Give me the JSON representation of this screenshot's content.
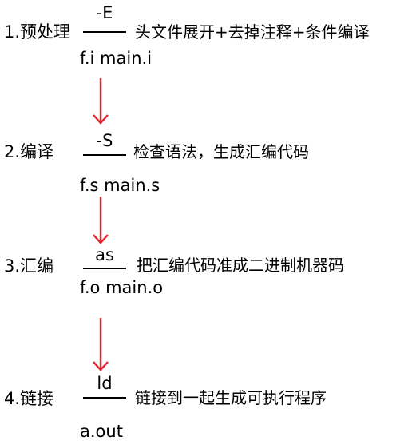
{
  "colors": {
    "text": "#000000",
    "arrow": "#e8212e"
  },
  "steps": [
    {
      "label": "1.预处理",
      "command": "-E",
      "description": "头文件展开+去掉注释+条件编译",
      "files": "f.i  main.i"
    },
    {
      "label": "2.编译",
      "command": "-S",
      "description": "检查语法，生成汇编代码",
      "files": "f.s  main.s"
    },
    {
      "label": "3.汇编",
      "command": "as",
      "description": "把汇编代码准成二进制机器码",
      "files": "f.o  main.o"
    },
    {
      "label": "4.链接",
      "command": "ld",
      "description": "链接到一起生成可执行程序",
      "files": "a.out"
    }
  ]
}
